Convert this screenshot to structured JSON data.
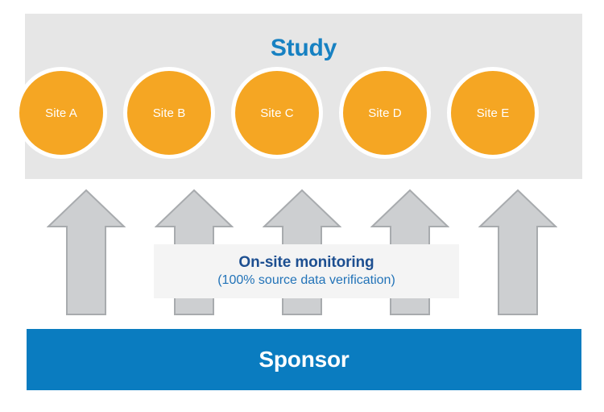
{
  "diagram": {
    "title": "Study",
    "sites": [
      {
        "label": "Site A"
      },
      {
        "label": "Site B"
      },
      {
        "label": "Site C"
      },
      {
        "label": "Site D"
      },
      {
        "label": "Site E"
      }
    ],
    "arrows": [
      {
        "name": "arrow-site-a"
      },
      {
        "name": "arrow-site-b"
      },
      {
        "name": "arrow-site-c"
      },
      {
        "name": "arrow-site-d"
      },
      {
        "name": "arrow-site-e"
      }
    ],
    "caption": {
      "title": "On-site monitoring",
      "subtitle": "(100% source data verification)"
    },
    "sponsor": {
      "label": "Sponsor"
    },
    "colors": {
      "study_panel_bg": "#e6e6e6",
      "study_title": "#1781c2",
      "site_fill": "#f5a623",
      "site_ring": "#ffffff",
      "site_label": "#ffffff",
      "arrow_fill": "#cdcfd1",
      "arrow_stroke": "#a8abae",
      "caption_box_bg": "#f4f4f4",
      "caption_title": "#1d4f91",
      "caption_subtitle": "#2273b8",
      "sponsor_bg": "#0a7cc0",
      "sponsor_label": "#ffffff",
      "page_bg": "#ffffff"
    }
  }
}
